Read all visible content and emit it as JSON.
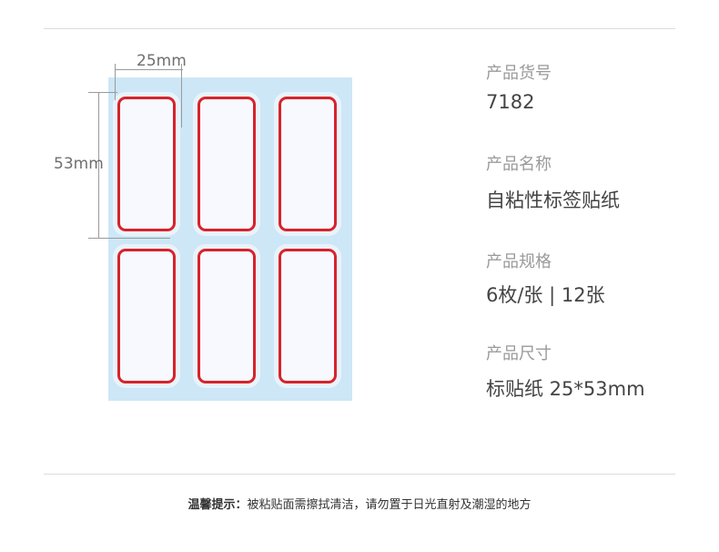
{
  "dimensions": {
    "width_label": "25mm",
    "height_label": "53mm"
  },
  "specs": [
    {
      "label": "产品货号",
      "value": "7182"
    },
    {
      "label": "产品名称",
      "value": "自粘性标签贴纸"
    },
    {
      "label": "产品规格",
      "value": "6枚/张 | 12张"
    },
    {
      "label": "产品尺寸",
      "value": "标贴纸 25*53mm"
    }
  ],
  "notice": {
    "prefix": "温馨提示：",
    "text": "被粘贴面需擦拭清洁，请勿置于日光直射及潮湿的地方"
  },
  "colors": {
    "sheet": "#cde7f6",
    "label_border": "#d8232a",
    "label_fill": "#f7f9ff"
  }
}
